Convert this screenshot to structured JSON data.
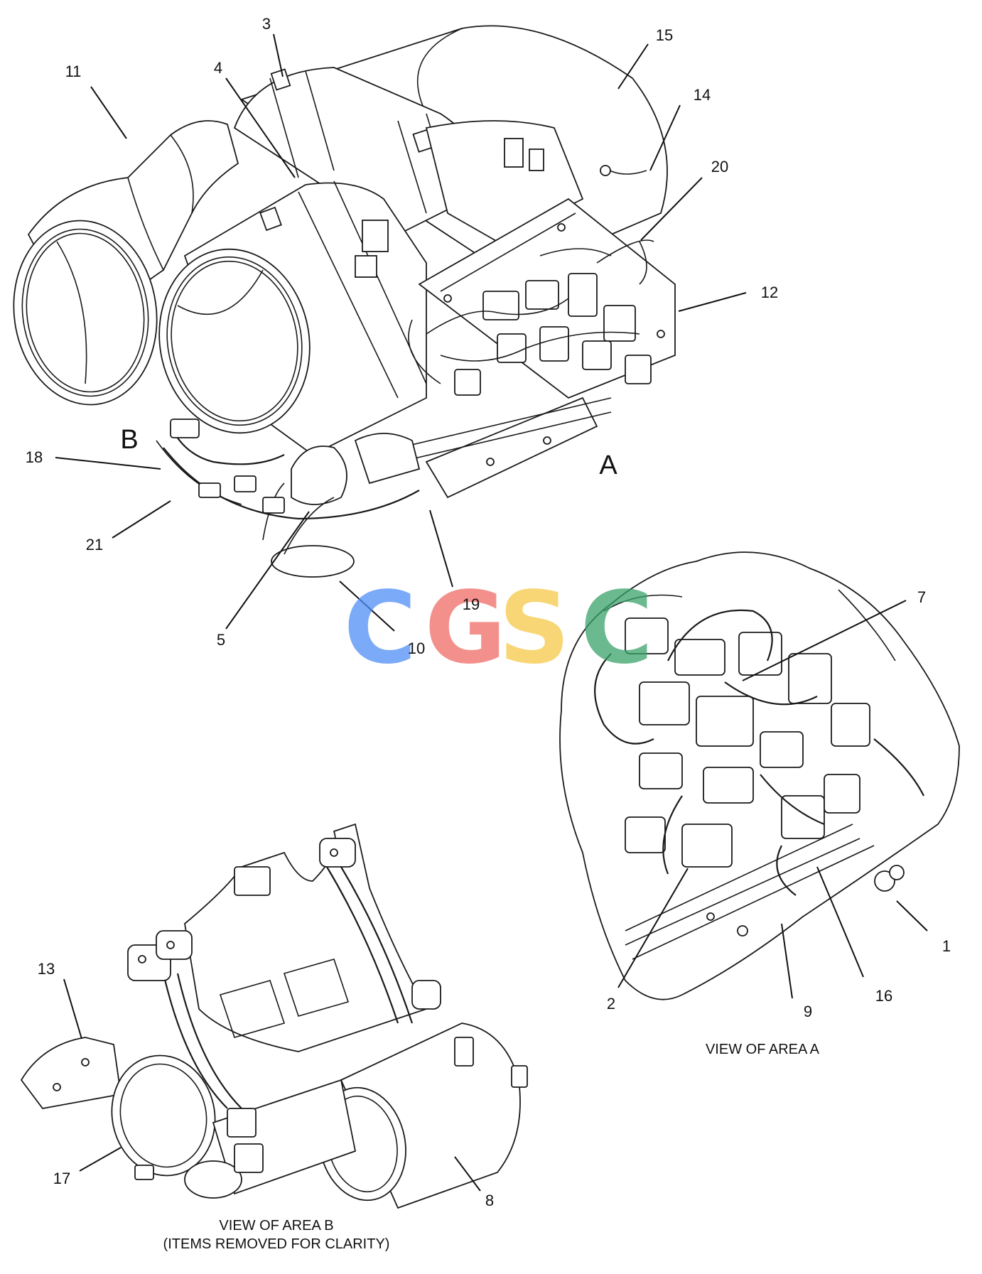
{
  "watermark": {
    "letters": [
      "C",
      "G",
      "S",
      "C"
    ],
    "colors": [
      "#4f8ef7",
      "#f06b66",
      "#f7c948",
      "#3aa26a"
    ]
  },
  "callouts": {
    "c1": "1",
    "c2": "2",
    "c3": "3",
    "c4": "4",
    "c5": "5",
    "c7": "7",
    "c8": "8",
    "c9": "9",
    "c10": "10",
    "c11": "11",
    "c12": "12",
    "c13": "13",
    "c14": "14",
    "c15": "15",
    "c16": "16",
    "c17": "17",
    "c18": "18",
    "c19": "19",
    "c20": "20",
    "c21": "21"
  },
  "areas": {
    "a": "A",
    "b": "B"
  },
  "captions": {
    "area_a": "VIEW OF AREA  A",
    "area_b_line1": "VIEW OF AREA  B",
    "area_b_line2": "(ITEMS REMOVED FOR CLARITY)"
  }
}
